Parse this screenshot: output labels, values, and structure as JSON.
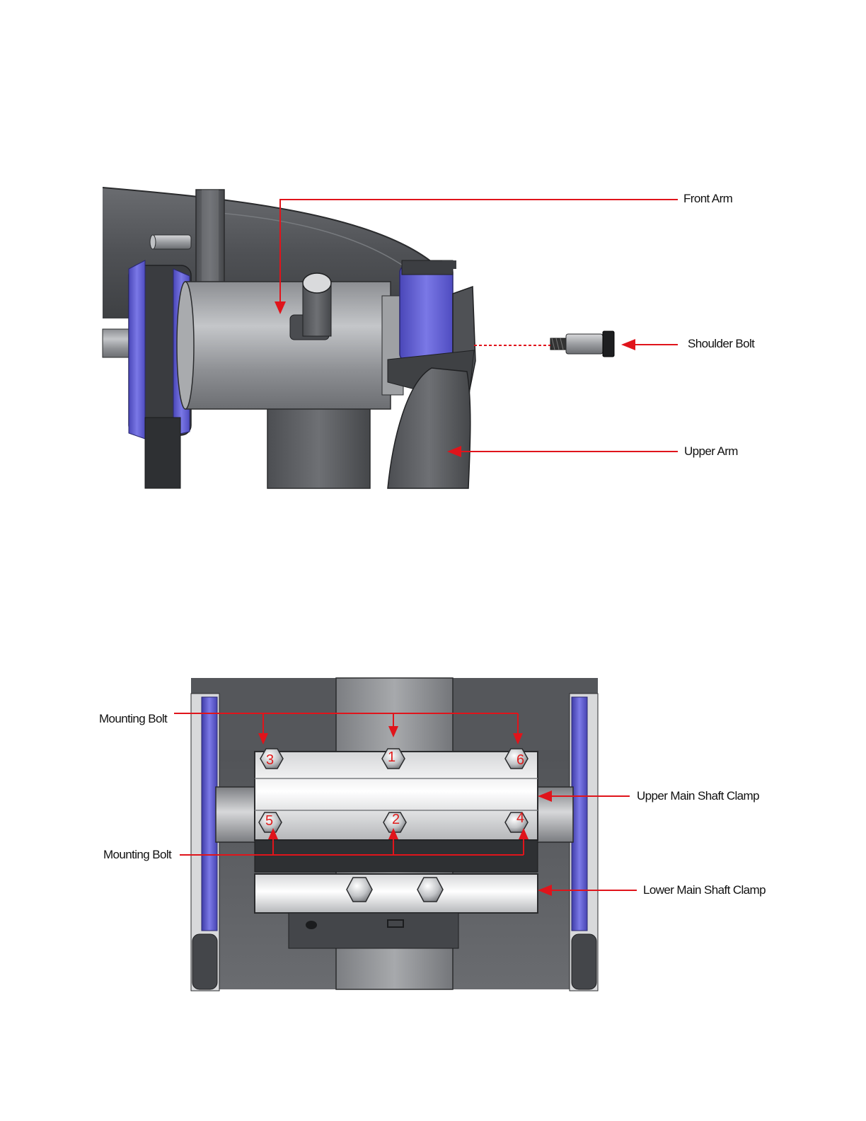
{
  "colors": {
    "leader_line": "#e0141b",
    "accent_blue": "#6b69e0",
    "metal_dark": "#5c5e62",
    "metal_light": "#c9cbcd",
    "number_red": "#e01d1d"
  },
  "figure_top": {
    "labels": {
      "front_arm": "Front Arm",
      "shoulder_bolt": "Shoulder Bolt",
      "upper_arm": "Upper Arm"
    }
  },
  "figure_bottom": {
    "labels": {
      "mounting_bolt_top": "Mounting Bolt",
      "mounting_bolt_bottom": "Mounting Bolt",
      "upper_clamp": "Upper Main Shaft Clamp",
      "lower_clamp": "Lower Main Shaft Clamp"
    },
    "bolt_numbers": {
      "b1": "1",
      "b2": "2",
      "b3": "3",
      "b4": "4",
      "b5": "5",
      "b6": "6"
    }
  }
}
